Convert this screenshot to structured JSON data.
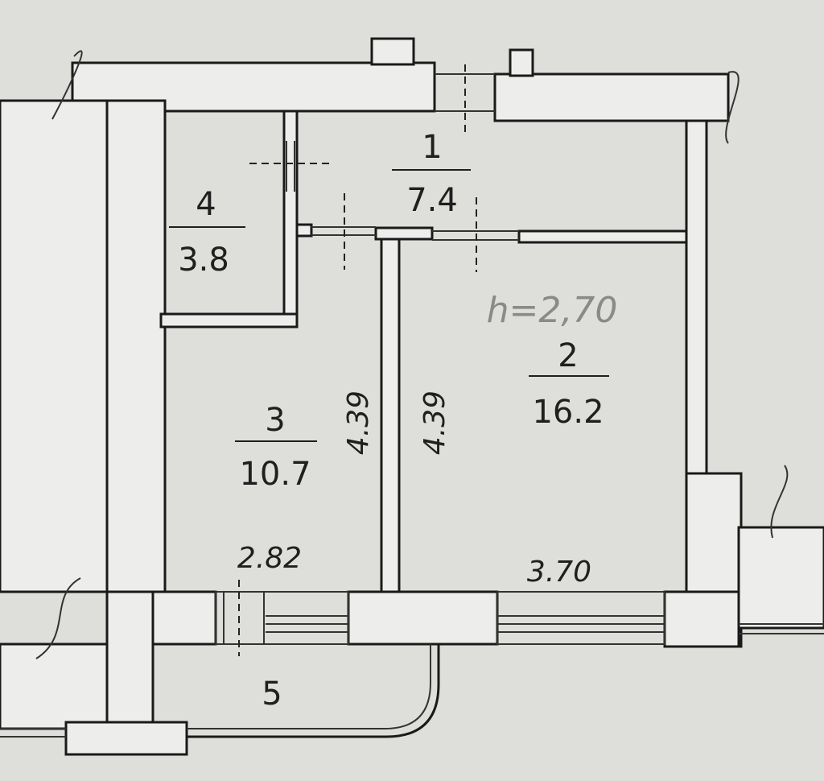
{
  "ceiling_height": "h=2,70",
  "rooms": [
    {
      "number": "1",
      "area": "7.4"
    },
    {
      "number": "2",
      "area": "16.2"
    },
    {
      "number": "3",
      "area": "10.7"
    },
    {
      "number": "4",
      "area": "3.8"
    },
    {
      "number": "5",
      "area": ""
    }
  ],
  "dimensions": {
    "room3_width": "2.82",
    "room2_width": "3.70",
    "room3_length": "4.39",
    "room2_length": "4.39"
  }
}
